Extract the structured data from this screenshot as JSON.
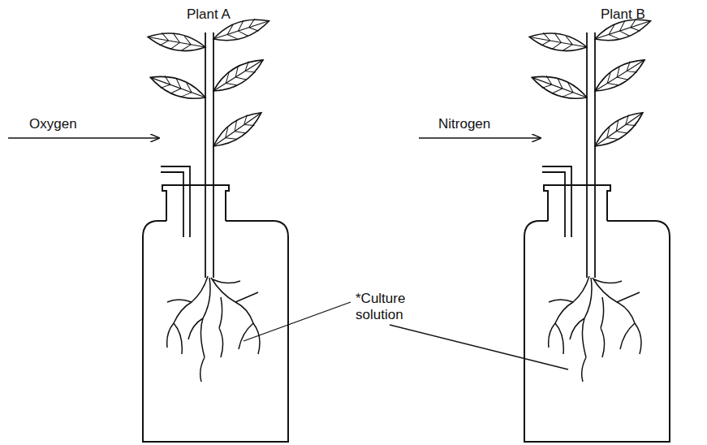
{
  "diagram": {
    "labels": [
      "Plant A",
      "Plant B",
      "Oxygen",
      "Nitrogen",
      "*Culture solution"
    ]
  }
}
